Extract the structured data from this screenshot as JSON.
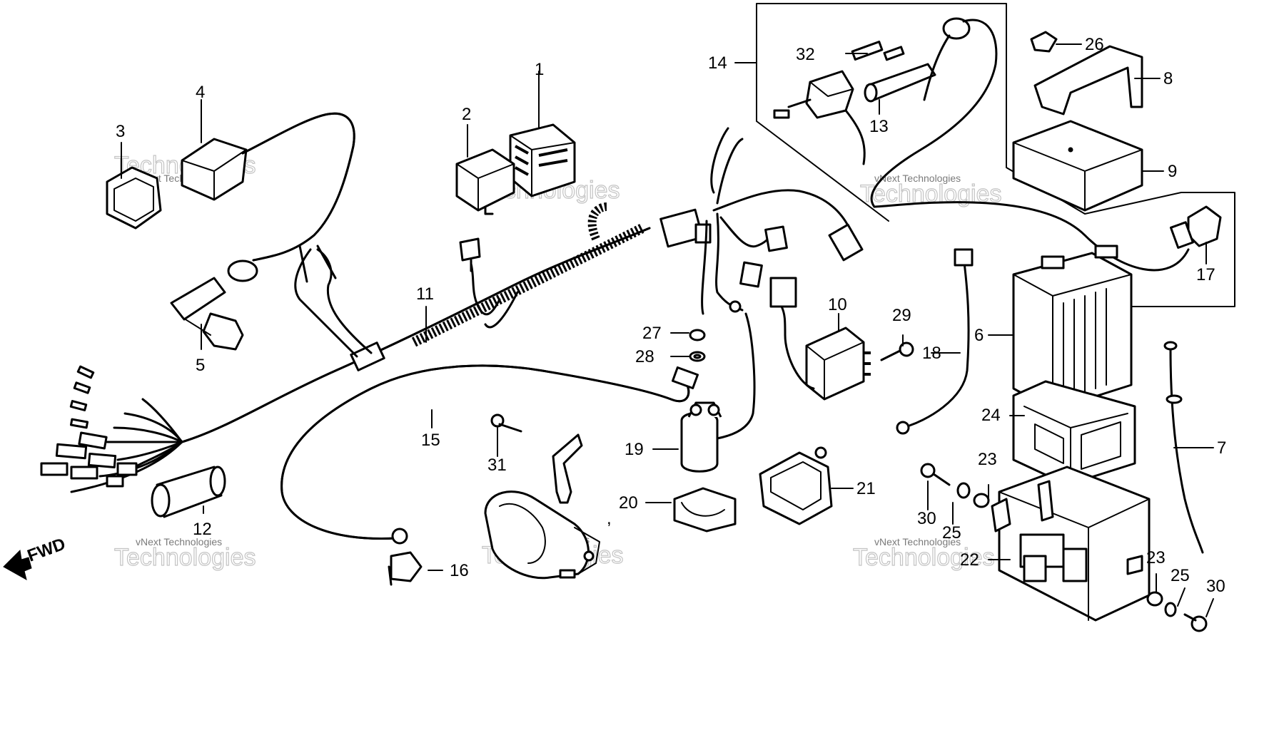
{
  "diagram": {
    "direction_label": "FWD",
    "watermark_text": "vNext Technologies",
    "watermark_word": "Technologies",
    "callouts": [
      {
        "id": "c1",
        "label": "1"
      },
      {
        "id": "c2",
        "label": "2"
      },
      {
        "id": "c3",
        "label": "3"
      },
      {
        "id": "c4",
        "label": "4"
      },
      {
        "id": "c5",
        "label": "5"
      },
      {
        "id": "c6",
        "label": "6"
      },
      {
        "id": "c7",
        "label": "7"
      },
      {
        "id": "c8",
        "label": "8"
      },
      {
        "id": "c9",
        "label": "9"
      },
      {
        "id": "c10",
        "label": "10"
      },
      {
        "id": "c11",
        "label": "11"
      },
      {
        "id": "c12",
        "label": "12"
      },
      {
        "id": "c13",
        "label": "13"
      },
      {
        "id": "c14",
        "label": "14"
      },
      {
        "id": "c15",
        "label": "15"
      },
      {
        "id": "c16",
        "label": "16"
      },
      {
        "id": "c17",
        "label": "17"
      },
      {
        "id": "c18",
        "label": "18"
      },
      {
        "id": "c19",
        "label": "19"
      },
      {
        "id": "c20",
        "label": "20"
      },
      {
        "id": "c21",
        "label": "21"
      },
      {
        "id": "c22",
        "label": "22"
      },
      {
        "id": "c23a",
        "label": "23"
      },
      {
        "id": "c23b",
        "label": "23"
      },
      {
        "id": "c24",
        "label": "24"
      },
      {
        "id": "c25a",
        "label": "25"
      },
      {
        "id": "c25b",
        "label": "25"
      },
      {
        "id": "c26",
        "label": "26"
      },
      {
        "id": "c27",
        "label": "27"
      },
      {
        "id": "c28",
        "label": "28"
      },
      {
        "id": "c29",
        "label": "29"
      },
      {
        "id": "c30a",
        "label": "30"
      },
      {
        "id": "c30b",
        "label": "30"
      },
      {
        "id": "c31",
        "label": "31"
      },
      {
        "id": "c32",
        "label": "32"
      }
    ]
  }
}
